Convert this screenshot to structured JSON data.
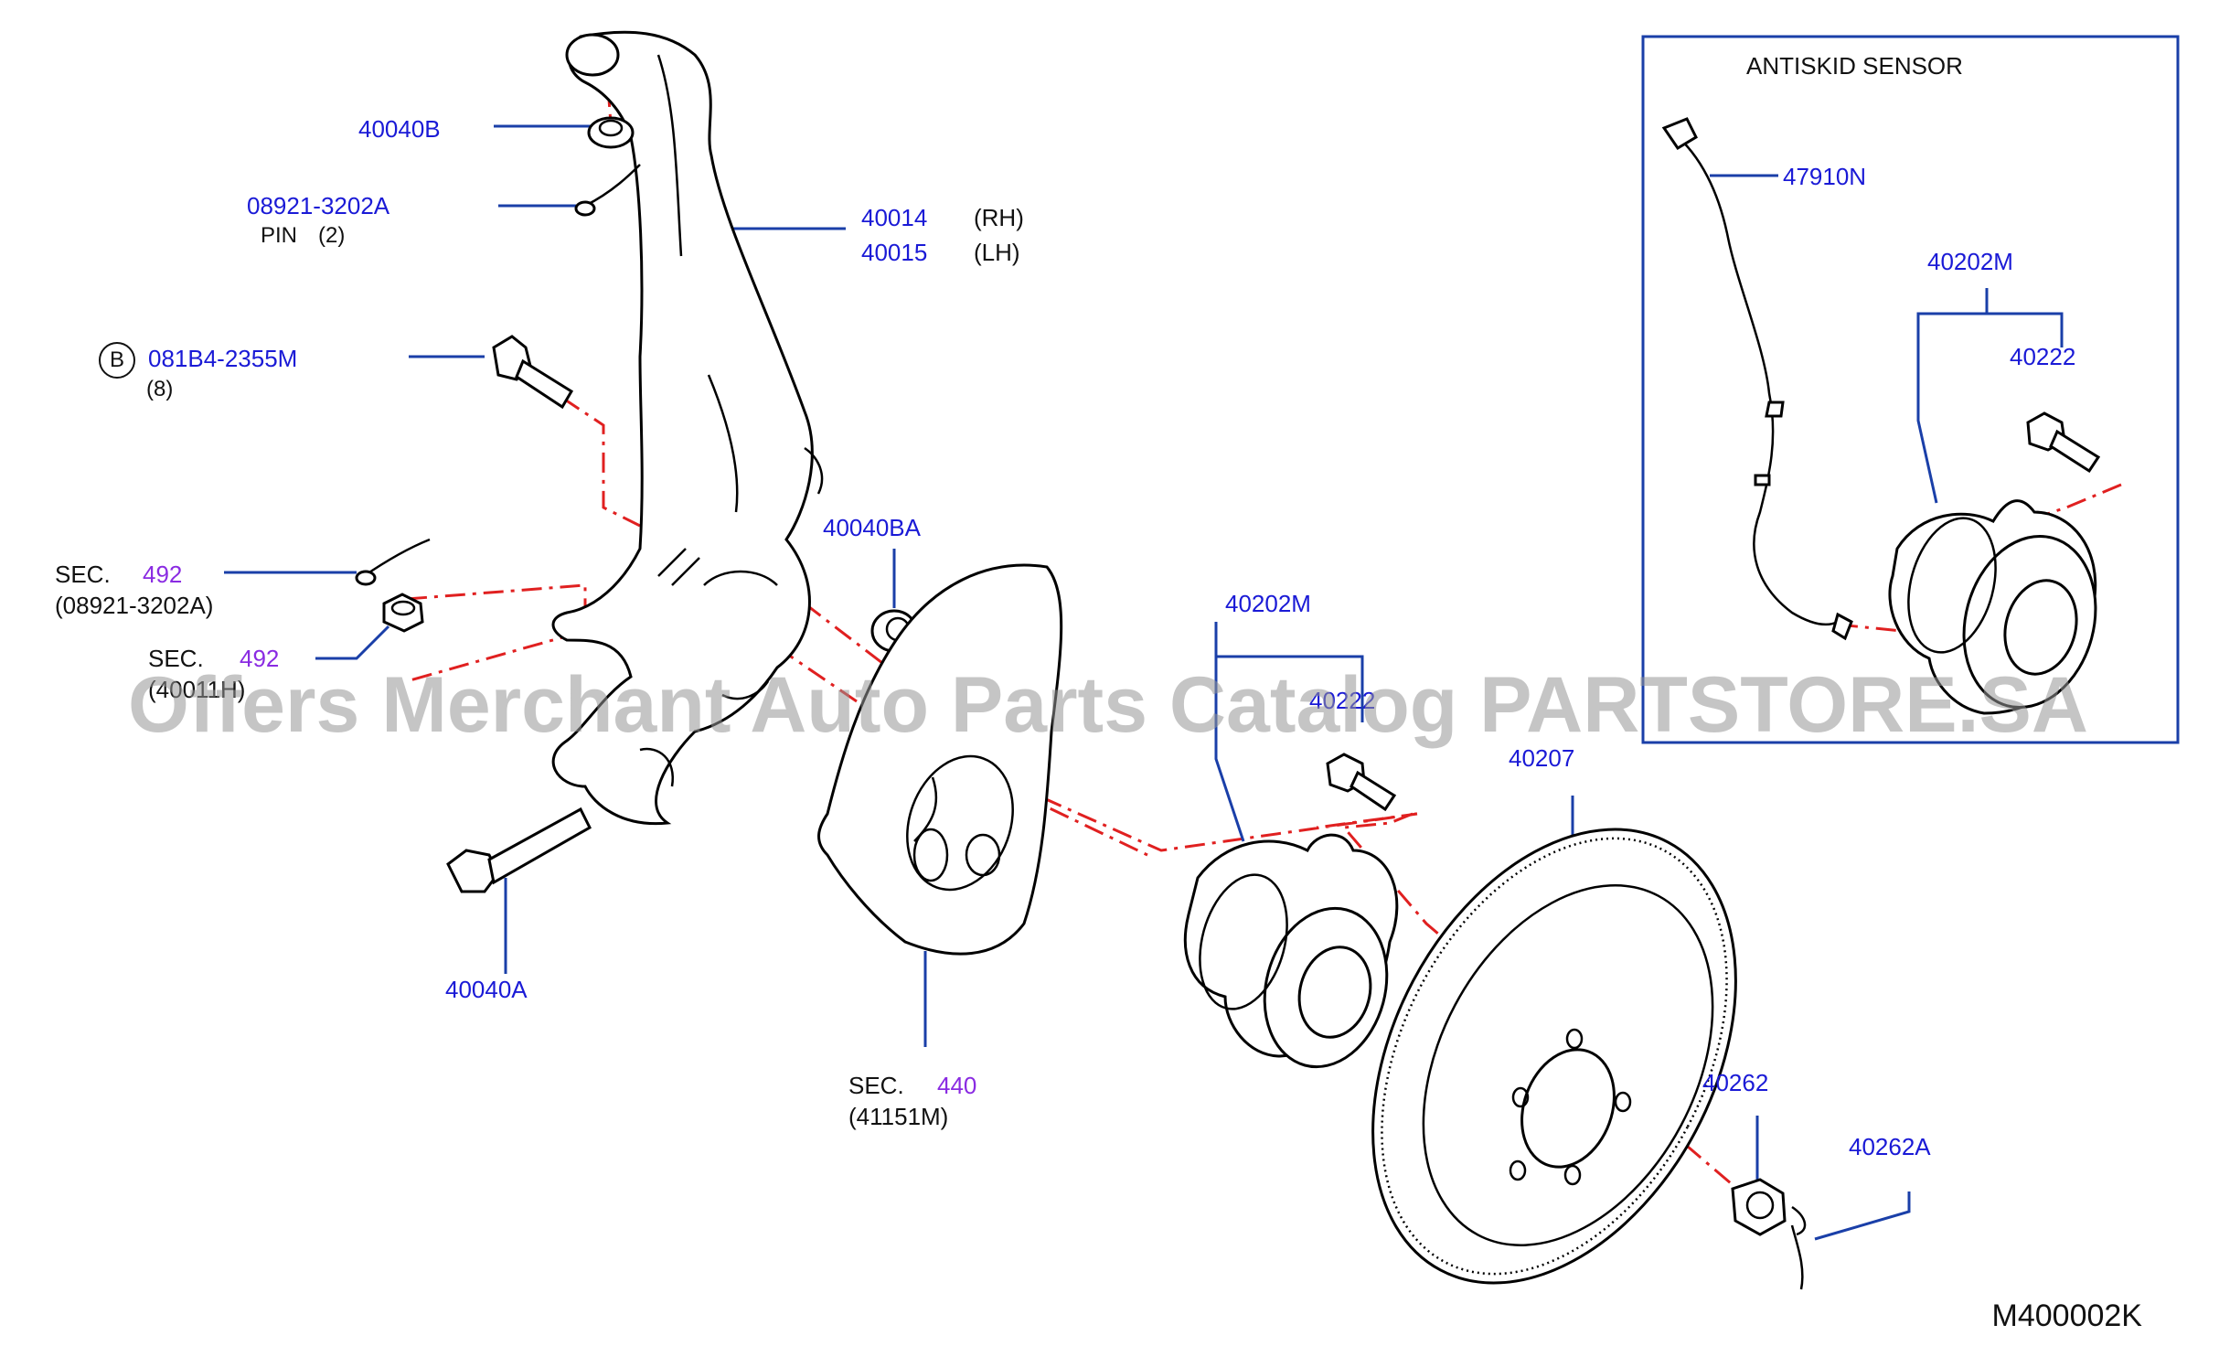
{
  "labels": {
    "p40040B": "40040B",
    "p08921": "08921-3202A",
    "pin": "PIN",
    "pin_qty": "(2)",
    "p40014": "40014",
    "p40015": "40015",
    "rh": "(RH)",
    "lh": "(LH)",
    "b_circle": "B",
    "p081B4": "081B4-2355M",
    "qty8": "(8)",
    "sec1": "SEC.",
    "sec1_num": "492",
    "sec1_sub": "(08921-3202A)",
    "sec2": "SEC.",
    "sec2_num": "492",
    "sec2_sub": "(40011H)",
    "p40040BA": "40040BA",
    "p40040A": "40040A",
    "sec3": "SEC.",
    "sec3_num": "440",
    "sec3_sub": "(41151M)",
    "p40202M": "40202M",
    "p40222": "40222",
    "p40207": "40207",
    "p40262": "40262",
    "p40262A": "40262A",
    "inset_title": "ANTISKID   SENSOR",
    "p47910N": "47910N",
    "inset_40202M": "40202M",
    "inset_40222": "40222"
  },
  "watermark": "Offers Merchant Auto Parts Catalog PARTSTORE.SA",
  "diagram_code": "M400002K",
  "colors": {
    "part_number": "#1a1ad6",
    "section_ref": "#8a2be2",
    "leader": "#1a3fa8",
    "center_line": "#e02020"
  }
}
